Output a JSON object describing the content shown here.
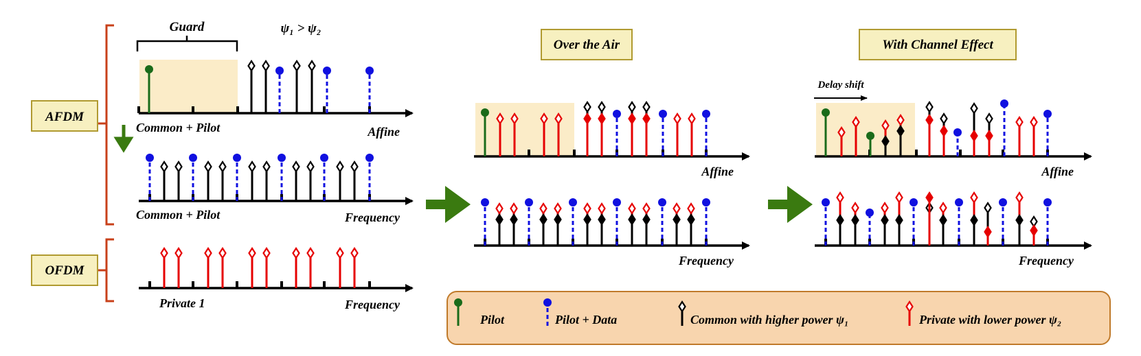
{
  "labels": {
    "afdm": "AFDM",
    "ofdm": "OFDM",
    "guard": "Guard",
    "psi_relation": "ψ₁ > ψ₂",
    "over_the_air": "Over the Air",
    "with_channel_effect": "With Channel Effect",
    "delay_shift": "Delay shift",
    "common_pilot_1": "Common + Pilot",
    "affine_1": "Affine",
    "common_pilot_2": "Common + Pilot",
    "frequency_1": "Frequency",
    "private_1": "Private 1",
    "frequency_2": "Frequency",
    "affine_2": "Affine",
    "frequency_3": "Frequency",
    "affine_3": "Affine",
    "frequency_4": "Frequency"
  },
  "legend": {
    "pilot": "Pilot",
    "pilot_data": "Pilot + Data",
    "common": "Common with higher power ψ₁",
    "private": "Private with lower power ψ₂"
  },
  "colors": {
    "common": "#000000",
    "private": "#e60000",
    "pilot": "#1a6b1a",
    "pilot_data": "#1010e0",
    "guard_fill": "#fbecc8",
    "bracket": "#c8401a",
    "arrow": "#3a7a10",
    "label_box_fill": "#f7f0c0",
    "label_box_border": "#b09a30",
    "legend_fill": "#f8d5ae",
    "legend_border": "#c07a2a"
  }
}
